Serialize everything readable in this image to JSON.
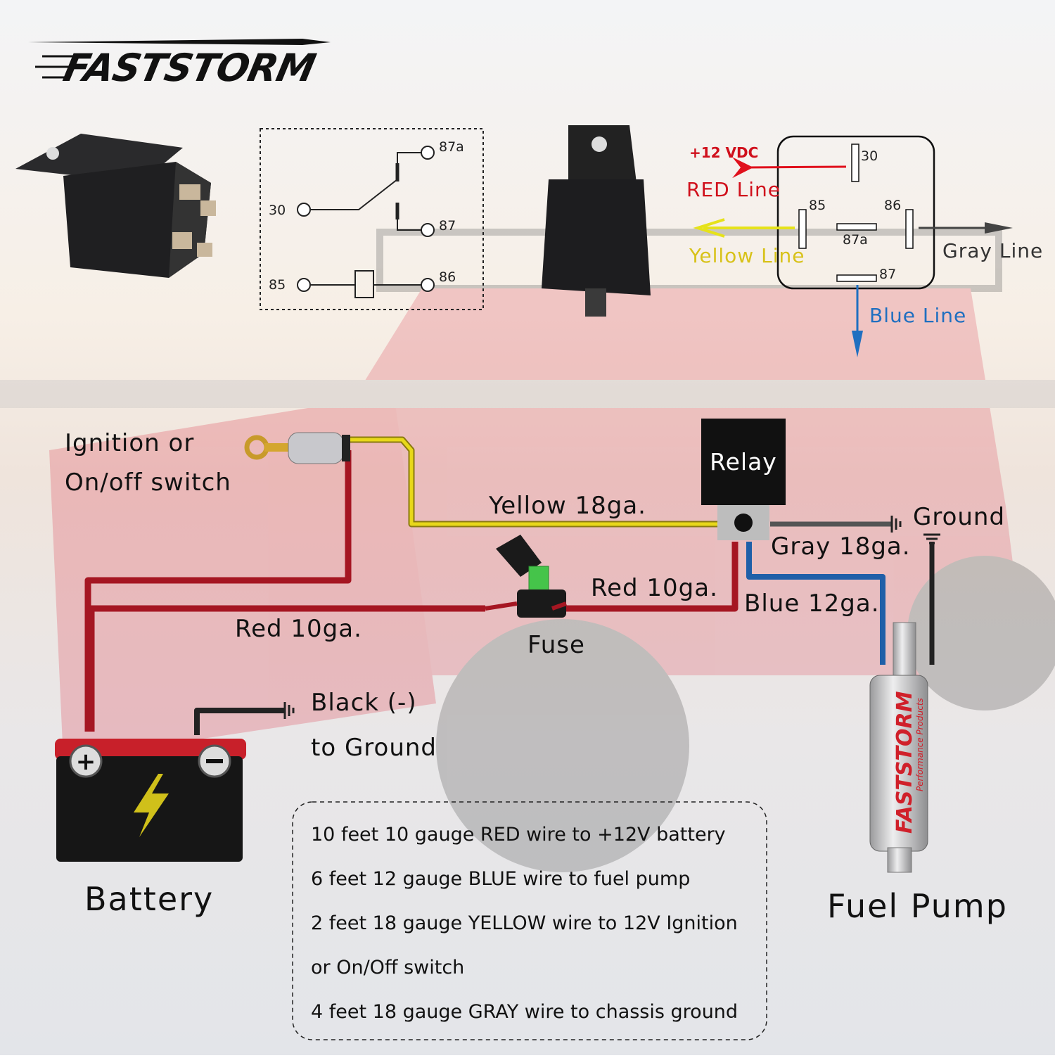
{
  "brand": {
    "logo": "FASTSTORM",
    "pump_logo": "FASTSTORM",
    "pump_tagline": "Performance Products"
  },
  "schematic": {
    "pins": [
      "87a",
      "30",
      "87",
      "85",
      "86"
    ]
  },
  "pinout": {
    "pins": {
      "p30": "30",
      "p85": "85",
      "p86": "86",
      "p87a": "87a",
      "p87": "87"
    },
    "vdc": "+12 VDC",
    "red_line": "RED Line",
    "yellow_line": "Yellow Line",
    "gray_line": "Gray Line",
    "blue_line": "Blue Line"
  },
  "wiring": {
    "switch_label_1": "Ignition or",
    "switch_label_2": "On/off switch",
    "relay": "Relay",
    "yellow": "Yellow 18ga.",
    "ground": "Ground",
    "gray": "Gray 18ga.",
    "red_right": "Red 10ga.",
    "red_left": "Red 10ga.",
    "blue": "Blue 12ga.",
    "fuse": "Fuse",
    "black_1": "Black (-)",
    "black_2": "to Ground",
    "battery": "Battery",
    "fuel_pump": "Fuel Pump"
  },
  "info_lines": [
    "10 feet 10 gauge RED wire to +12V battery",
    "6 feet 12 gauge BLUE wire to fuel pump",
    "2 feet 18 gauge YELLOW wire to 12V Ignition",
    "or On/Off switch",
    "4 feet 18 gauge GRAY wire to chassis ground"
  ],
  "colors": {
    "red": "#c8202a",
    "yellow": "#e6d21a",
    "blue": "#1f6fc0",
    "gray": "#555555",
    "arrow_red": "#e0101c"
  }
}
